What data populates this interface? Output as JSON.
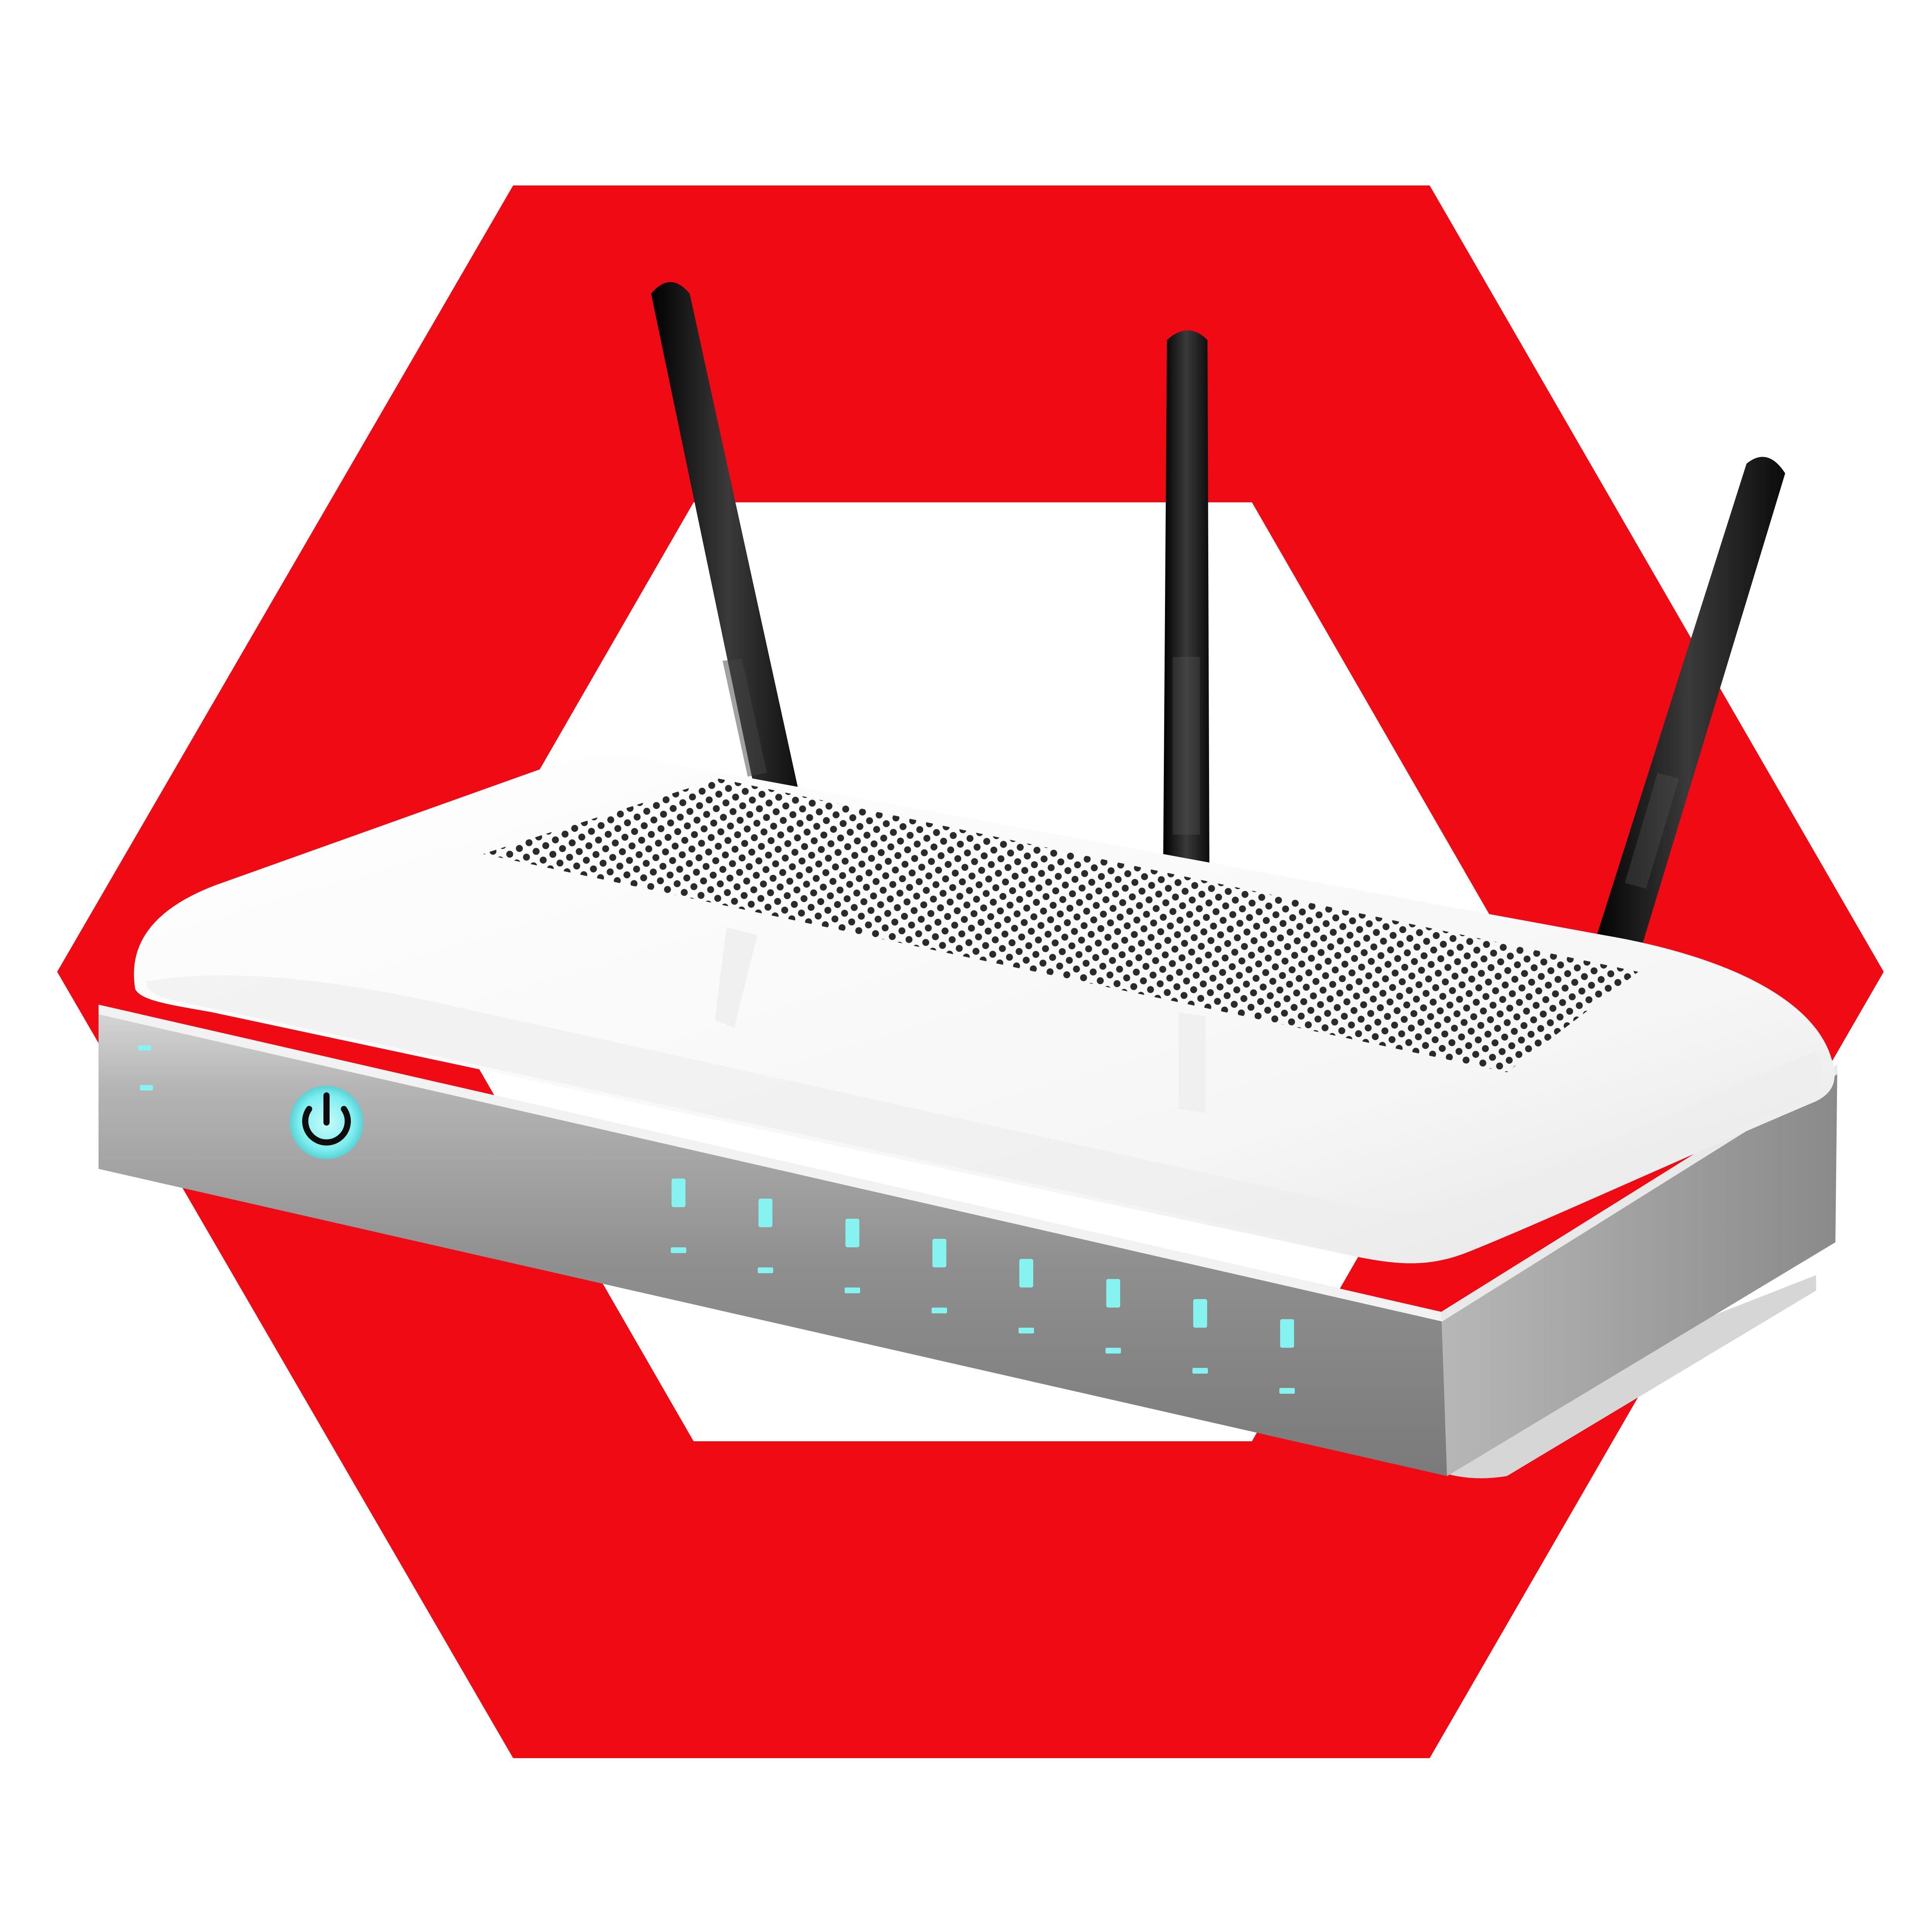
{
  "illustration": {
    "subject": "wireless-router",
    "background_shape": "red-hexagon-outline",
    "colors": {
      "background": "#ffffff",
      "hexagon": "#ef0a14",
      "router_top": "#ffffff",
      "router_front": "#9a9a9a",
      "antenna": "#111111",
      "led": "#86f3f1",
      "power_ring": "#7ff0f1",
      "vent_holes": "#2b2b2b"
    },
    "antenna_count": 3,
    "port_led_count": 8,
    "status_led_count": 2,
    "icons": {
      "power": "power-icon"
    }
  }
}
